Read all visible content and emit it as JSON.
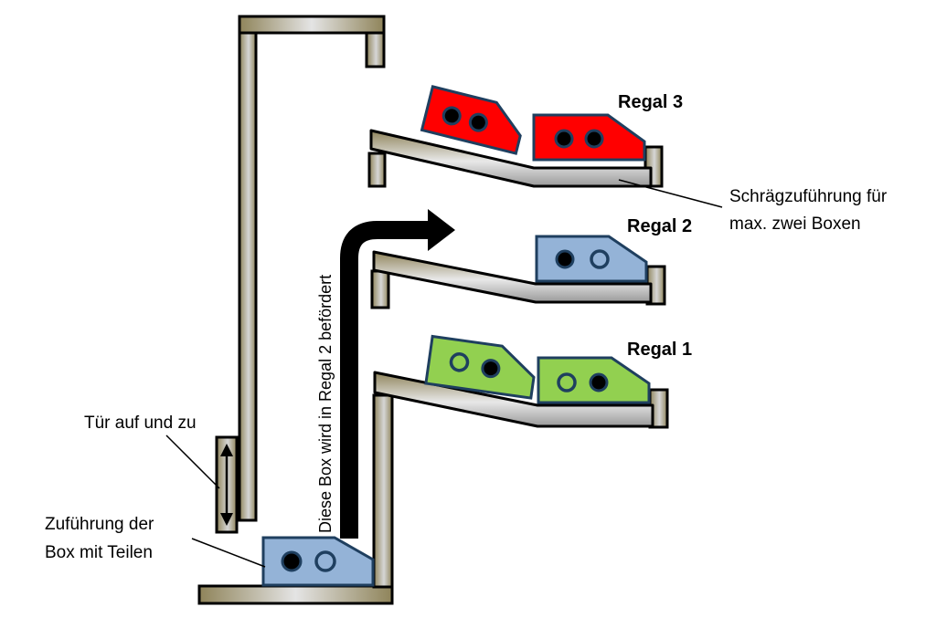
{
  "labels": {
    "regal3": "Regal 3",
    "regal2": "Regal 2",
    "regal1": "Regal 1",
    "chute_line1": "Schrägzuführung für",
    "chute_line2": "max. zwei Boxen",
    "door": "Tür auf und zu",
    "feed_line1": "Zuführung der",
    "feed_line2": "Box mit Teilen",
    "conveyor": "Diese Box wird in Regal 2 befördert"
  },
  "colors": {
    "box_red": "#ff0000",
    "box_blue": "#94b3d7",
    "box_green": "#92d050",
    "box_outline": "#1f3f5f",
    "metal_dark": "#8f845a",
    "metal_light": "#e4e4e4",
    "frame_outline": "#000000",
    "arrow": "#000000"
  },
  "icons": {
    "door_arrow": "double-arrow-vertical-icon",
    "conveyor_arrow": "bent-arrow-right-icon"
  }
}
